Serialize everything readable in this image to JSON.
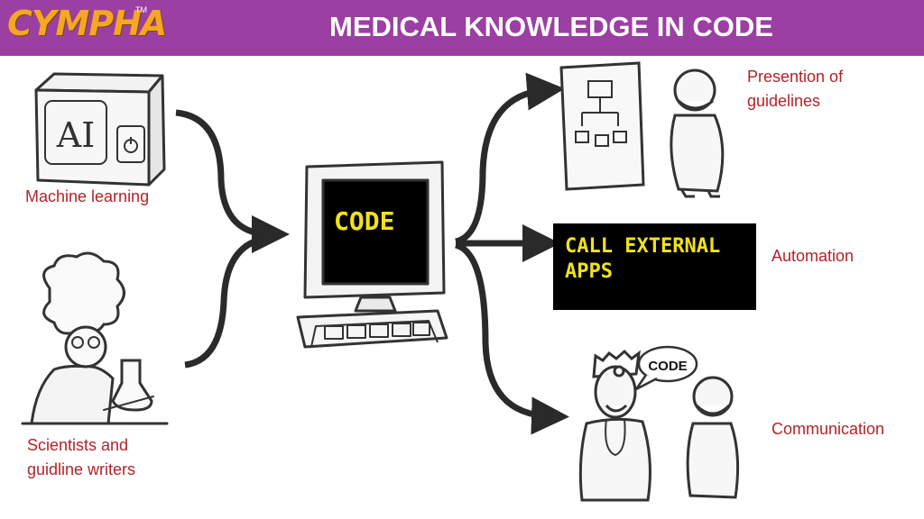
{
  "header": {
    "logo": "CYMPHA",
    "logo_tm": "TM",
    "title": "MEDICAL KNOWLEDGE IN CODE",
    "background": "#9b3fa3",
    "logo_color": "#f5a623"
  },
  "inputs": {
    "ai_box_text": "AI",
    "machine_learning_label": "Machine learning",
    "scientists_label": "Scientists and guidline writers"
  },
  "center": {
    "monitor_text": "CODE"
  },
  "outputs": {
    "presentation_label": "Presention of guidelines",
    "external_apps_text": "CALL EXTERNAL APPS",
    "automation_label": "Automation",
    "speech_bubble_text": "CODE",
    "communication_label": "Communication"
  },
  "colors": {
    "label": "#b0242b",
    "screen_text": "#f2e21b",
    "screen_bg": "#000000",
    "ink": "#2a2a2a"
  }
}
